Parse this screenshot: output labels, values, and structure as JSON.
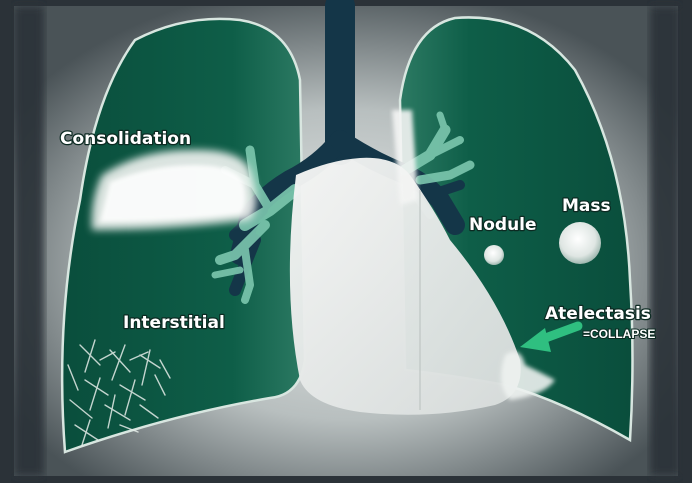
{
  "labels": {
    "consolidation": "Consolidation",
    "interstitial": "Interstitial",
    "nodule": "Nodule",
    "mass": "Mass",
    "atelectasis": "Atelectasis",
    "collapse": "=COLLAPSE"
  },
  "colors": {
    "lung": "#0e5e48",
    "airway": "#143648",
    "opacity": "#f2f4f2",
    "arrow": "#2fbf80"
  }
}
